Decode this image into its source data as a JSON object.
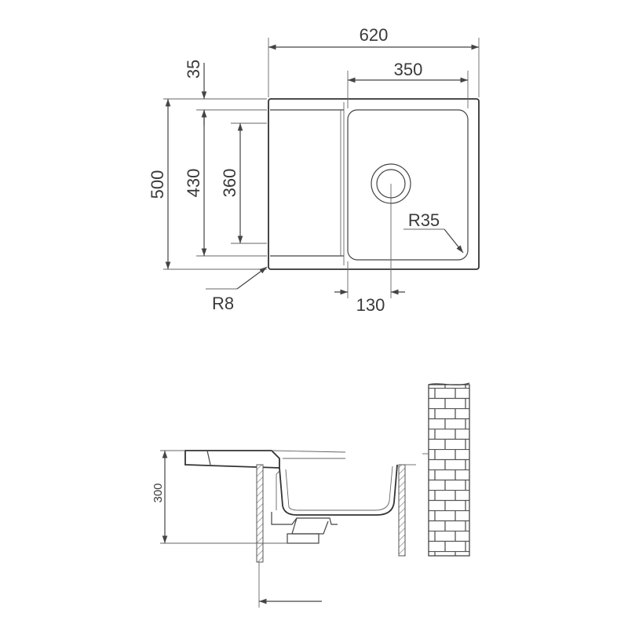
{
  "top_view": {
    "dimensions": {
      "overall_width": "620",
      "bowl_width": "350",
      "rim_offset": "35",
      "overall_depth": "500",
      "inner_depth": "430",
      "drainer_depth": "360",
      "outer_radius": "R8",
      "bowl_radius": "R35",
      "waste_offset": "130"
    }
  },
  "side_view": {
    "dimensions": {
      "sink_height": "300"
    }
  }
}
